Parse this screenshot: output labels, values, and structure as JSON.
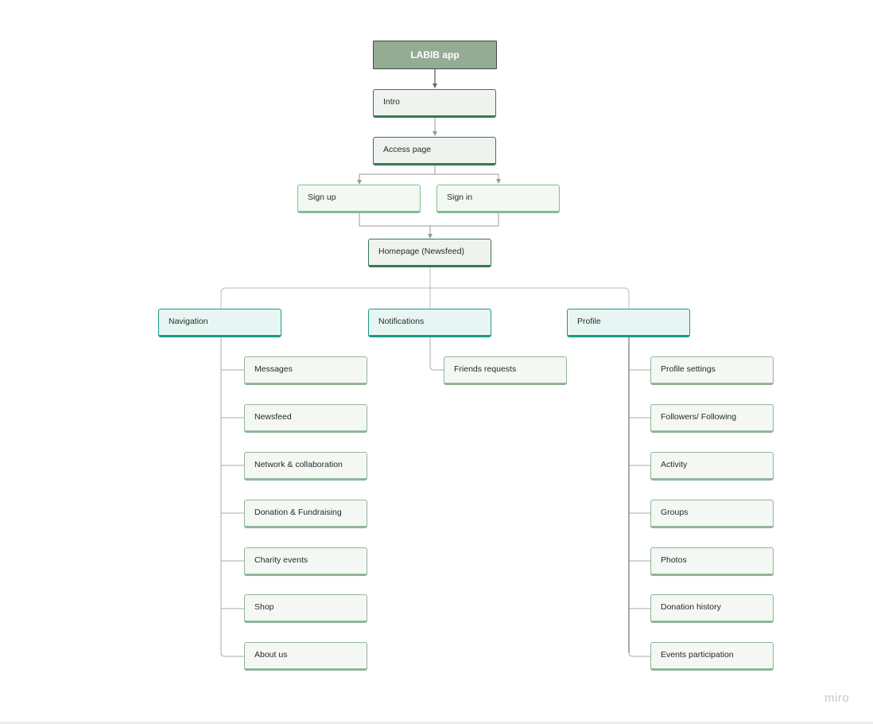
{
  "root": "LABIB app",
  "flow": {
    "intro": "Intro",
    "access": "Access page",
    "signup": "Sign up",
    "signin": "Sign in",
    "homepage": "Homepage (Newsfeed)"
  },
  "sections": {
    "navigation": {
      "label": "Navigation",
      "children": [
        "Messages",
        "Newsfeed",
        "Network & collaboration",
        "Donation & Fundraising",
        "Charity events",
        "Shop",
        "About us"
      ]
    },
    "notifications": {
      "label": "Notifications",
      "children": [
        "Friends requests"
      ]
    },
    "profile": {
      "label": "Profile",
      "children": [
        "Profile settings",
        "Followers/ Following",
        "Activity",
        "Groups",
        "Photos",
        "Donation history",
        "Events participation"
      ]
    }
  },
  "watermark": "miro",
  "colors": {
    "root_fill": "#94ab94",
    "flow_border": "#3a7650",
    "auth_border": "#7fbf90",
    "section_border": "#1a9a86",
    "leaf_border": "#8fb697"
  }
}
